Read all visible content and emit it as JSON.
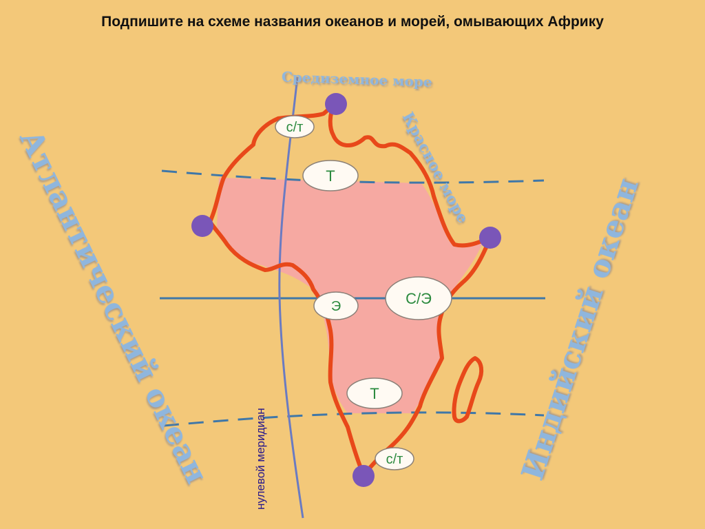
{
  "title": "Подпишите на схеме названия океанов и морей, омывающих Африку",
  "water_labels": {
    "atlantic": "Атлантический океан",
    "indian": "Индийский океан",
    "mediterranean": "Средиземное море",
    "red_sea": "Красное море"
  },
  "meridian_label": "нулевой меридиан",
  "zone_labels": {
    "north_subtropic": "с/т",
    "north_tropic": "Т",
    "subequatorial": "С/Э",
    "equatorial": "Э",
    "south_tropic": "Т",
    "south_subtropic": "с/т"
  },
  "colors": {
    "background": "#f3c879",
    "coast": "#e8481a",
    "land_fill": "#f6a9a2",
    "grid_lines": "#3f77a8",
    "meridian": "#6a7bc2",
    "points": "#7a56b8",
    "ocean_text": "#8fb6dd",
    "meridian_text": "#2a1a8c",
    "zone_text": "#2b8a3e"
  }
}
